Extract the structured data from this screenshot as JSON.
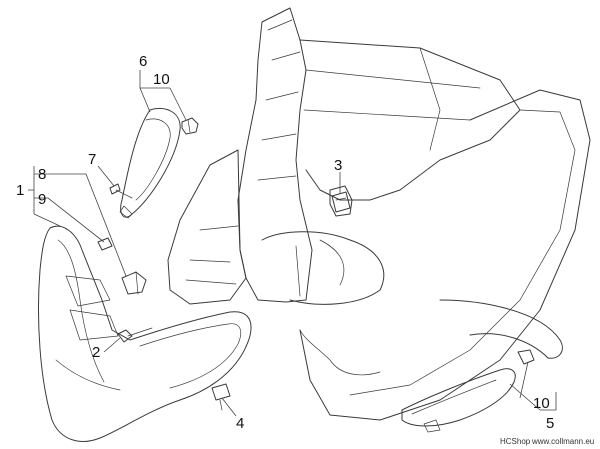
{
  "callouts": {
    "c1": "1",
    "c2": "2",
    "c3": "3",
    "c4": "4",
    "c5": "5",
    "c6": "6",
    "c7": "7",
    "c8": "8",
    "c9": "9",
    "c10_top": "10",
    "c10_bottom": "10"
  },
  "watermark": {
    "brand": "HCShop",
    "site": "www.collmann.eu"
  }
}
